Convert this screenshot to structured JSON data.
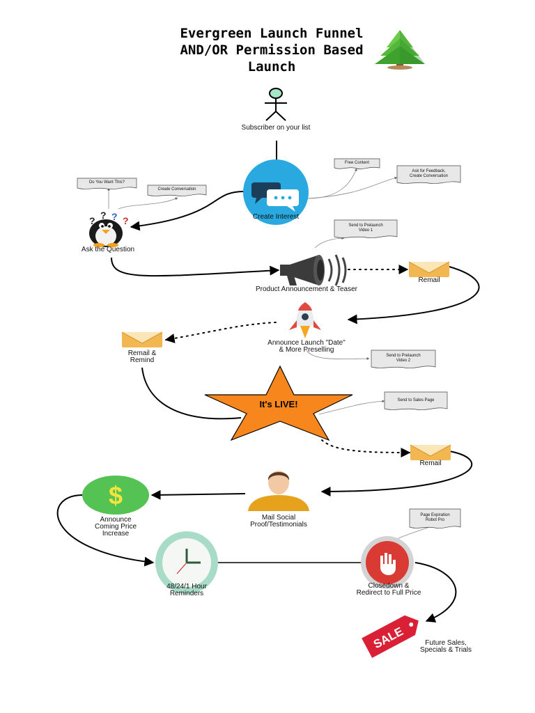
{
  "title": "Evergreen Launch Funnel AND/OR Permission Based Launch",
  "nodes": {
    "subscriber": "Subscriber on your list",
    "create_interest": "Create Interest",
    "ask_question": "Ask the Question",
    "product_announcement": "Product Announcement & Teaser",
    "remail_1": "Remail",
    "announce_date_line1": "Announce Launch \"Date\"",
    "announce_date_line2": "& More Preselling",
    "remail_remind_line1": "Remail &",
    "remail_remind_line2": "Remind",
    "live": "It's LIVE!",
    "remail_2": "Remail",
    "mail_social_line1": "Mail Social",
    "mail_social_line2": "Proof/Testimonials",
    "announce_price_line1": "Announce",
    "announce_price_line2": "Coming Price",
    "announce_price_line3": "Increase",
    "reminders_line1": "48/24/1 Hour",
    "reminders_line2": "Reminders",
    "closedown_line1": "Closedown &",
    "closedown_line2": "Redirect to Full Price",
    "future_sales_line1": "Future Sales,",
    "future_sales_line2": "Specials & Trials"
  },
  "notes": {
    "do_you_want": "Do You Want This?",
    "create_conversation": "Create Conversation",
    "free_content": "Free Content",
    "ask_feedback_line1": "Ask for Feedback,",
    "ask_feedback_line2": "Create Conversation",
    "prelaunch_1_line1": "Send to Prelaunch",
    "prelaunch_1_line2": "Video 1",
    "prelaunch_2_line1": "Send to Prelaunch",
    "prelaunch_2_line2": "Video 2",
    "sales_page": "Send to Sales Page",
    "page_expiration_line1": "Page Expiration",
    "page_expiration_line2": "Robot Pro"
  },
  "icons": {
    "tree": "tree-icon",
    "person": "stick-figure-icon",
    "chat": "chat-bubbles-icon",
    "penguin": "penguin-icon",
    "question_marks": "???",
    "megaphone": "megaphone-icon",
    "envelope": "envelope-icon",
    "rocket": "rocket-icon",
    "star": "star-icon",
    "avatar": "person-avatar-icon",
    "dollar": "$",
    "clock": "clock-icon",
    "stop_hand": "stop-hand-icon",
    "sale_tag": "SALE"
  },
  "colors": {
    "chat_circle": "#29a9e0",
    "star": "#f7861c",
    "dollar_circle": "#55c254",
    "dollar_sign": "#f5e43c",
    "clock_face": "#a9dcc6",
    "stop_red": "#d93a33",
    "sale_red": "#d92035",
    "envelope": "#f3b751",
    "rocket_red": "#e04a3f",
    "tree_green": "#4cb944"
  }
}
